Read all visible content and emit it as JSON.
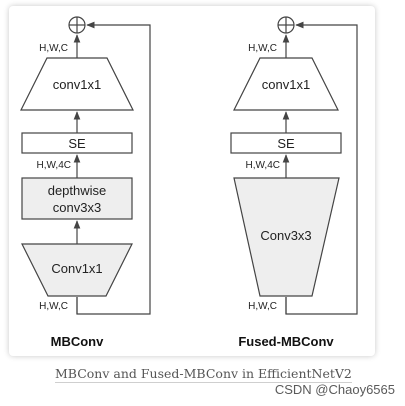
{
  "diagram": {
    "left": {
      "title": "MBConv",
      "labels": {
        "top": "H,W,C",
        "mid": "H,W,4C",
        "bottom": "H,W,C"
      },
      "blocks": {
        "conv1x1_top": "conv1x1",
        "se": "SE",
        "depthwise_line1": "depthwise",
        "depthwise_line2": "conv3x3",
        "conv1x1_bottom": "Conv1x1"
      }
    },
    "right": {
      "title": "Fused-MBConv",
      "labels": {
        "top": "H,W,C",
        "mid": "H,W,4C",
        "bottom": "H,W,C"
      },
      "blocks": {
        "conv1x1_top": "conv1x1",
        "se": "SE",
        "conv3x3": "Conv3x3"
      }
    }
  },
  "caption": "MBConv and Fused-MBConv in EfficientNetV2",
  "watermark": "CSDN @Chaoy6565",
  "colors": {
    "block_fill": "#eeeeee",
    "stroke": "#444444"
  }
}
